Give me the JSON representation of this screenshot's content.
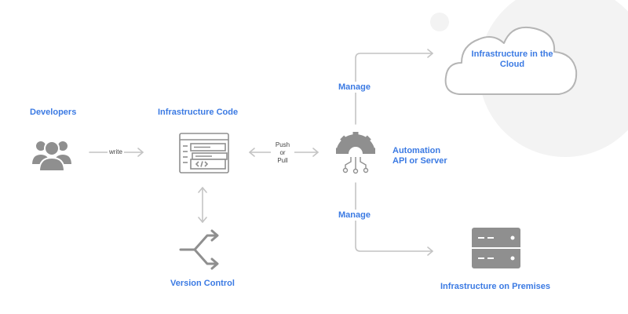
{
  "nodes": {
    "developers": "Developers",
    "infrastructure_code": "Infrastructure Code",
    "version_control": "Version Control",
    "automation_line1": "Automation",
    "automation_line2": "API or Server",
    "cloud_line1": "Infrastructure in the",
    "cloud_line2": "Cloud",
    "on_premises": "Infrastructure on Premises"
  },
  "edges": {
    "write": "write",
    "push": "Push",
    "or": "or",
    "pull": "Pull",
    "manage_top": "Manage",
    "manage_bottom": "Manage"
  },
  "colors": {
    "label": "#3b7ae3",
    "icon": "#8f8f8f",
    "arrow": "#c4c4c4"
  },
  "icons": [
    "users-icon",
    "code-window-icon",
    "git-branch-icon",
    "gear-icon",
    "cloud-icon",
    "server-icon"
  ]
}
